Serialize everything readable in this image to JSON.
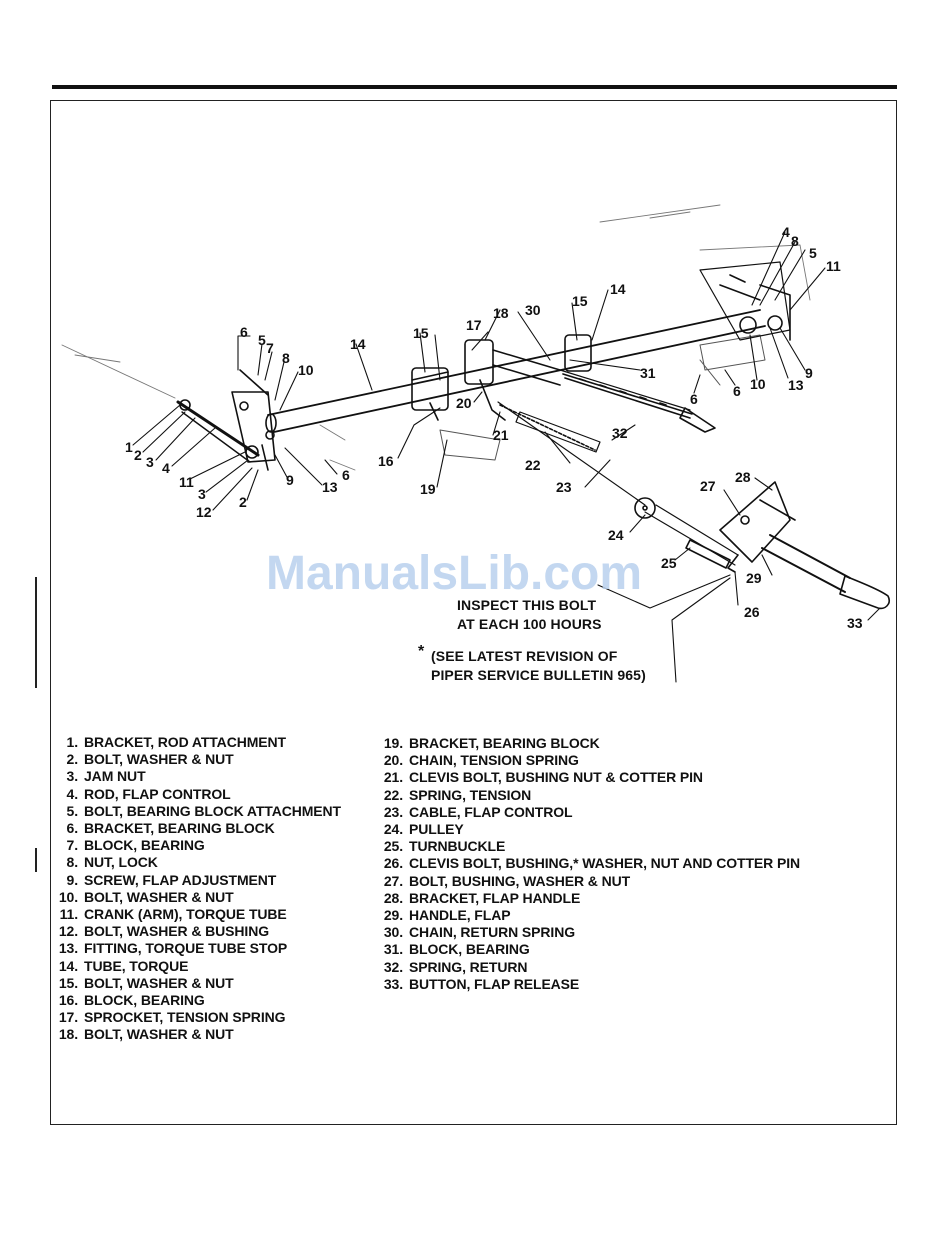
{
  "watermark": "ManualsLib.com",
  "notes": {
    "inspect_line1": "INSPECT THIS BOLT",
    "inspect_line2": "AT EACH 100 HOURS",
    "asterisk": "*",
    "bulletin_line1": "(SEE LATEST REVISION OF",
    "bulletin_line2": "PIPER SERVICE BULLETIN 965)"
  },
  "callouts": [
    "1",
    "2",
    "3",
    "4",
    "11",
    "3",
    "12",
    "2",
    "6",
    "5",
    "7",
    "8",
    "10",
    "9",
    "13",
    "6",
    "14",
    "15",
    "16",
    "19",
    "20",
    "21",
    "17",
    "18",
    "30",
    "15",
    "14",
    "22",
    "23",
    "31",
    "32",
    "6",
    "6",
    "10",
    "13",
    "9",
    "4",
    "8",
    "5",
    "11",
    "24",
    "25",
    "26",
    "27",
    "28",
    "29",
    "33"
  ],
  "legend_left": [
    {
      "num": "1.",
      "text": "BRACKET, ROD ATTACHMENT"
    },
    {
      "num": "2.",
      "text": "BOLT, WASHER & NUT"
    },
    {
      "num": "3.",
      "text": "JAM NUT"
    },
    {
      "num": "4.",
      "text": "ROD, FLAP CONTROL"
    },
    {
      "num": "5.",
      "text": "BOLT, BEARING BLOCK ATTACHMENT"
    },
    {
      "num": "6.",
      "text": "BRACKET, BEARING BLOCK"
    },
    {
      "num": "7.",
      "text": "BLOCK, BEARING"
    },
    {
      "num": "8.",
      "text": "NUT, LOCK"
    },
    {
      "num": "9.",
      "text": "SCREW, FLAP ADJUSTMENT"
    },
    {
      "num": "10.",
      "text": "BOLT, WASHER & NUT"
    },
    {
      "num": "11.",
      "text": "CRANK (ARM), TORQUE TUBE"
    },
    {
      "num": "12.",
      "text": "BOLT, WASHER & BUSHING"
    },
    {
      "num": "13.",
      "text": "FITTING, TORQUE TUBE STOP"
    },
    {
      "num": "14.",
      "text": "TUBE, TORQUE"
    },
    {
      "num": "15.",
      "text": "BOLT, WASHER & NUT"
    },
    {
      "num": "16.",
      "text": "BLOCK, BEARING"
    },
    {
      "num": "17.",
      "text": "SPROCKET, TENSION SPRING"
    },
    {
      "num": "18.",
      "text": "BOLT, WASHER & NUT"
    }
  ],
  "legend_right": [
    {
      "num": "19.",
      "text": "BRACKET, BEARING BLOCK"
    },
    {
      "num": "20.",
      "text": "CHAIN, TENSION SPRING"
    },
    {
      "num": "21.",
      "text": "CLEVIS BOLT, BUSHING NUT & COTTER PIN"
    },
    {
      "num": "22.",
      "text": "SPRING, TENSION"
    },
    {
      "num": "23.",
      "text": "CABLE, FLAP CONTROL"
    },
    {
      "num": "24.",
      "text": "PULLEY"
    },
    {
      "num": "25.",
      "text": "TURNBUCKLE"
    },
    {
      "num": "26.",
      "text": "CLEVIS BOLT, BUSHING,* WASHER, NUT AND COTTER PIN"
    },
    {
      "num": "27.",
      "text": "BOLT, BUSHING, WASHER & NUT"
    },
    {
      "num": "28.",
      "text": "BRACKET, FLAP HANDLE"
    },
    {
      "num": "29.",
      "text": "HANDLE, FLAP"
    },
    {
      "num": "30.",
      "text": "CHAIN, RETURN SPRING"
    },
    {
      "num": "31.",
      "text": "BLOCK, BEARING"
    },
    {
      "num": "32.",
      "text": "SPRING, RETURN"
    },
    {
      "num": "33.",
      "text": "BUTTON, FLAP RELEASE"
    }
  ]
}
